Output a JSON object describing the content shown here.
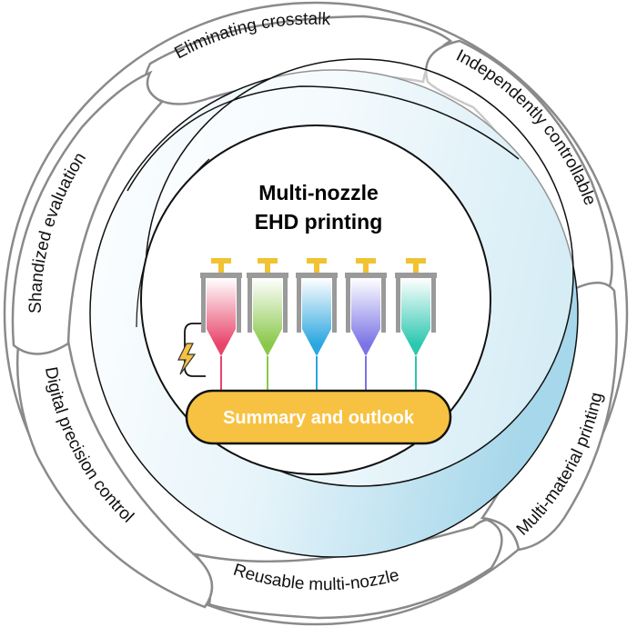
{
  "title": {
    "line1": "Multi-nozzle",
    "line2": "EHD printing"
  },
  "center_label": "Summary and outlook",
  "segments": [
    {
      "id": "top",
      "label": "Eliminating crosstalk"
    },
    {
      "id": "right-upper",
      "label": "Independently controllable"
    },
    {
      "id": "right-lower",
      "label": "Multi-material printing"
    },
    {
      "id": "bottom",
      "label": "Reusable multi-nozzle"
    },
    {
      "id": "left-lower",
      "label": "Digital precision control"
    },
    {
      "id": "left-upper",
      "label": "Shandized evaluation"
    }
  ],
  "nozzles": [
    {
      "name": "pink",
      "color": "#e8456a"
    },
    {
      "name": "green",
      "color": "#8ac84a"
    },
    {
      "name": "blue",
      "color": "#2aa6e0"
    },
    {
      "name": "purple",
      "color": "#7b74e6"
    },
    {
      "name": "teal",
      "color": "#2bc7b0"
    }
  ],
  "colors": {
    "ring_blue": "#a9d9ea",
    "pill_fill": "#f7c242",
    "plunger": "#f1c232",
    "outline": "#8a8a8a"
  },
  "icons": {
    "bolt": "lightning-bolt-icon"
  }
}
